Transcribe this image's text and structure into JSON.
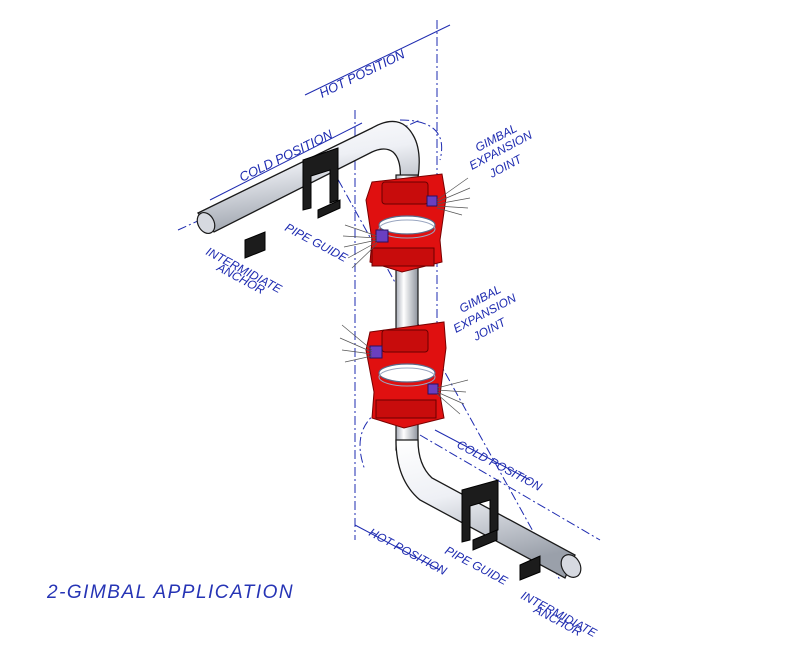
{
  "title": "2-GIMBAL APPLICATION",
  "labels": {
    "hot_position_top": "HOT POSITION",
    "cold_position_top": "COLD POSITION",
    "gimbal_top_1": "GIMBAL",
    "gimbal_top_2": "EXPANSION",
    "gimbal_top_3": "JOINT",
    "gimbal_mid_1": "GIMBAL",
    "gimbal_mid_2": "EXPANSION",
    "gimbal_mid_3": "JOINT",
    "pipe_guide_top": "PIPE GUIDE",
    "anchor_top_1": "INTERMIDIATE",
    "anchor_top_2": "ANCHOR",
    "cold_position_bottom": "COLD POSITION",
    "hot_position_bottom": "HOT POSITION",
    "pipe_guide_bottom": "PIPE GUIDE",
    "anchor_bottom_1": "INTERMIDIATE",
    "anchor_bottom_2": "ANCHOR"
  },
  "colors": {
    "label_blue": "#1e2bb0",
    "joint_red": "#e01010",
    "pipe_fill": "#e6e8ee",
    "guide_black": "#1c1c1c"
  }
}
